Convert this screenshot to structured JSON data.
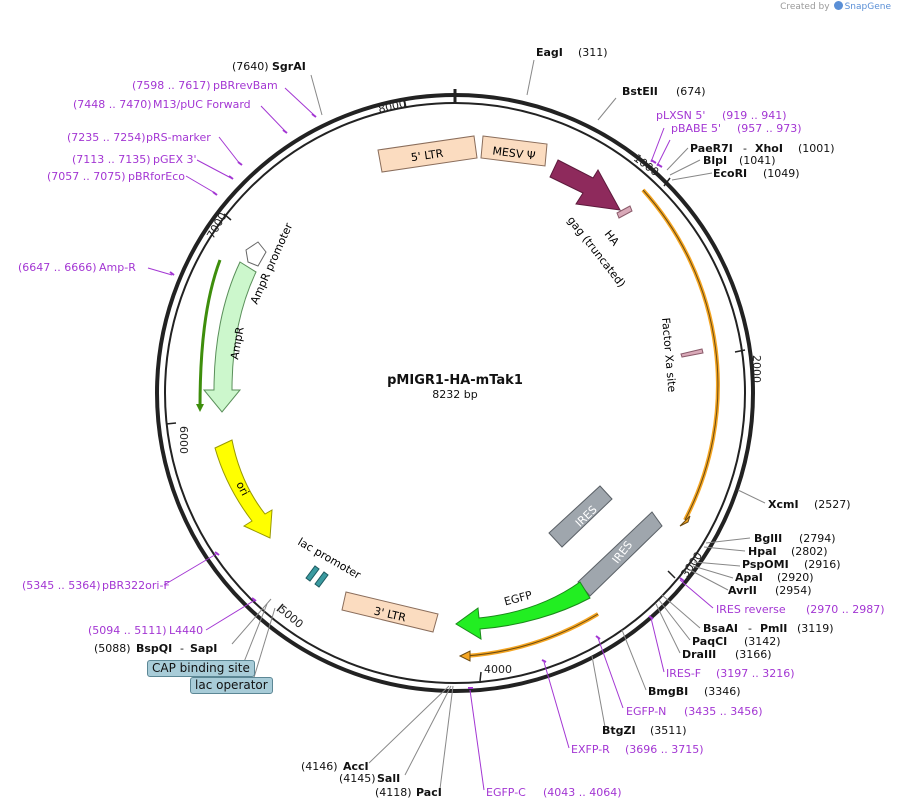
{
  "branding": {
    "created_by": "Created by",
    "app_name": "SnapGene"
  },
  "plasmid": {
    "name": "pMIGR1-HA-mTak1",
    "length_label": "8232 bp"
  },
  "ruler_ticks": [
    "1000",
    "2000",
    "3000",
    "4000",
    "5000",
    "6000",
    "7000",
    "8000"
  ],
  "features": {
    "ltr5": "5' LTR",
    "mesv": "MESV Ψ",
    "gag": "gag (truncated)",
    "ha": "HA",
    "factor_xa": "Factor Xa site",
    "ires1": "IRES",
    "ires2": "IRES",
    "egfp": "EGFP",
    "ltr3": "3' LTR",
    "lac_promoter": "lac promoter",
    "ori": "ori",
    "ampr": "AmpR",
    "ampr_promoter": "AmpR promoter",
    "cap_site": "CAP binding site",
    "lac_operator": "lac operator"
  },
  "enzymes": {
    "eagi": {
      "name": "EagI",
      "pos": "(311)"
    },
    "bsteii": {
      "name": "BstEII",
      "pos": "(674)"
    },
    "paer7i": {
      "name": "PaeR7I",
      "sep": "-",
      "name2": "XhoI",
      "pos": "(1001)"
    },
    "blpi": {
      "name": "BlpI",
      "pos": "(1041)"
    },
    "ecori": {
      "name": "EcoRI",
      "pos": "(1049)"
    },
    "xcmi": {
      "name": "XcmI",
      "pos": "(2527)"
    },
    "bglii": {
      "name": "BglII",
      "pos": "(2794)"
    },
    "hpai": {
      "name": "HpaI",
      "pos": "(2802)"
    },
    "pspomi": {
      "name": "PspOMI",
      "pos": "(2916)"
    },
    "apai": {
      "name": "ApaI",
      "pos": "(2920)"
    },
    "avrii": {
      "name": "AvrII",
      "pos": "(2954)"
    },
    "bsaai": {
      "name": "BsaAI",
      "sep": "-",
      "name2": "PmlI",
      "pos": "(3119)"
    },
    "paqci": {
      "name": "PaqCI",
      "pos": "(3142)"
    },
    "draiii": {
      "name": "DraIII",
      "pos": "(3166)"
    },
    "bmgbi": {
      "name": "BmgBI",
      "pos": "(3346)"
    },
    "btgzi": {
      "name": "BtgZI",
      "pos": "(3511)"
    },
    "paci": {
      "pos": "(4118)",
      "name": "PacI"
    },
    "sali": {
      "pos": "(4145)",
      "name": "SalI"
    },
    "acci": {
      "pos": "(4146)",
      "name": "AccI"
    },
    "bspqi": {
      "pos": "(5088)",
      "name": "BspQI",
      "sep": "-",
      "name2": "SapI"
    },
    "sgrai": {
      "pos": "(7640)",
      "name": "SgrAI"
    }
  },
  "primers": {
    "plxsn5": {
      "name": "pLXSN 5'",
      "range": "(919 .. 941)"
    },
    "pbabe5": {
      "name": "pBABE 5'",
      "range": "(957 .. 973)"
    },
    "ires_reverse": {
      "name": "IRES reverse",
      "range": "(2970 .. 2987)"
    },
    "ires_f": {
      "name": "IRES-F",
      "range": "(3197 .. 3216)"
    },
    "egfp_n": {
      "name": "EGFP-N",
      "range": "(3435 .. 3456)"
    },
    "exfp_r": {
      "name": "EXFP-R",
      "range": "(3696 .. 3715)"
    },
    "egfp_c": {
      "name": "EGFP-C",
      "range": "(4043 .. 4064)"
    },
    "l4440": {
      "range": "(5094 .. 5111)",
      "name": "L4440"
    },
    "pbr322ori_f": {
      "range": "(5345 .. 5364)",
      "name": "pBR322ori-F"
    },
    "amp_r": {
      "range": "(6647 .. 6666)",
      "name": "Amp-R"
    },
    "pbrforeco": {
      "range": "(7057 .. 7075)",
      "name": "pBRforEco"
    },
    "pgex3": {
      "range": "(7113 .. 7135)",
      "name": "pGEX 3'"
    },
    "prs_marker": {
      "range": "(7235 .. 7254)",
      "name": "pRS-marker"
    },
    "m13puc_fwd": {
      "range": "(7448 .. 7470)",
      "name": "M13/pUC Forward"
    },
    "pbrrevbam": {
      "range": "(7598 .. 7617)",
      "name": "pBRrevBam"
    }
  },
  "colors": {
    "backbone": "#222222",
    "primer": "#a336d3",
    "ltr": "#fbdcc0",
    "gag": "#8e2a5c",
    "ires": "#9fa6ad",
    "egfp": "#22ee22",
    "ori": "#ffff00",
    "ampr": "#ccf7cc",
    "orf_orange": "#f5a623",
    "cap_box": "#a8ccd8"
  }
}
